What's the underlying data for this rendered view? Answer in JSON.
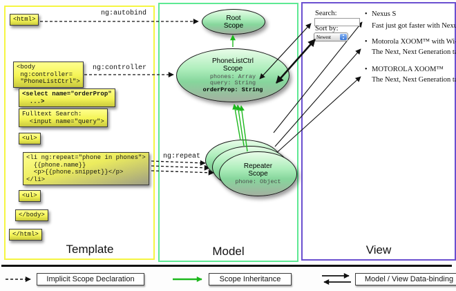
{
  "panels": {
    "template": {
      "label": "Template"
    },
    "model": {
      "label": "Model"
    },
    "view": {
      "label": "View"
    }
  },
  "colors": {
    "template_border": "#f5f540",
    "model_border": "#5de993",
    "view_border": "#6a4fd0",
    "scope_fill": "#aeeebc",
    "code_box_fill": "#f4f455",
    "inheritance_arrow": "#1db81d",
    "arrow_black": "#111111"
  },
  "template": {
    "labels": {
      "ng_autobind": "ng:autobind",
      "ng_controller": "ng:controller",
      "ng_repeat": "ng:repeat"
    },
    "boxes": {
      "html_open": "<html>",
      "body_open": "<body\n ng:controller=\n \"PhoneListCtrl\">",
      "select": "<select name=\"orderProp\"\n  ...>",
      "fulltext": "Fulltext Search:\n  <input name=\"query\">",
      "ul_open": "<ul>",
      "li_repeat": "<li ng:repeat=\"phone in phones\">\n  {{phone.name}}\n  <p>{{phone.snippet}}</p>\n</li>",
      "ul_open2": "<ul>",
      "body_close": "</body>",
      "html_close": "</html>"
    }
  },
  "model": {
    "root_scope": {
      "title": "Root\nScope"
    },
    "phonelist": {
      "title": "PhoneListCtrl\nScope",
      "props": "phones: Array\nquery: String",
      "prop_bold": "orderProp: String"
    },
    "repeater": {
      "title": "Repeater\nScope",
      "prop": "phone: Object"
    }
  },
  "view": {
    "search_label": "Search:",
    "search_value": "",
    "sort_label": "Sort by:",
    "sort_value": "Newest",
    "bullet_icon": "•",
    "stepper_icon_up": "▲",
    "stepper_icon_down": "▼",
    "items": [
      {
        "name": "Nexus S",
        "desc": "Fast just got faster with Nexus S."
      },
      {
        "name": "Motorola XOOM™ with Wi-Fi",
        "desc": "The Next, Next Generation tablet."
      },
      {
        "name": "MOTOROLA XOOM™",
        "desc": "The Next, Next Generation tablet."
      }
    ]
  },
  "legend": {
    "implicit": "Implicit Scope Declaration",
    "inheritance": "Scope Inheritance",
    "databinding": "Model / View Data-binding"
  }
}
